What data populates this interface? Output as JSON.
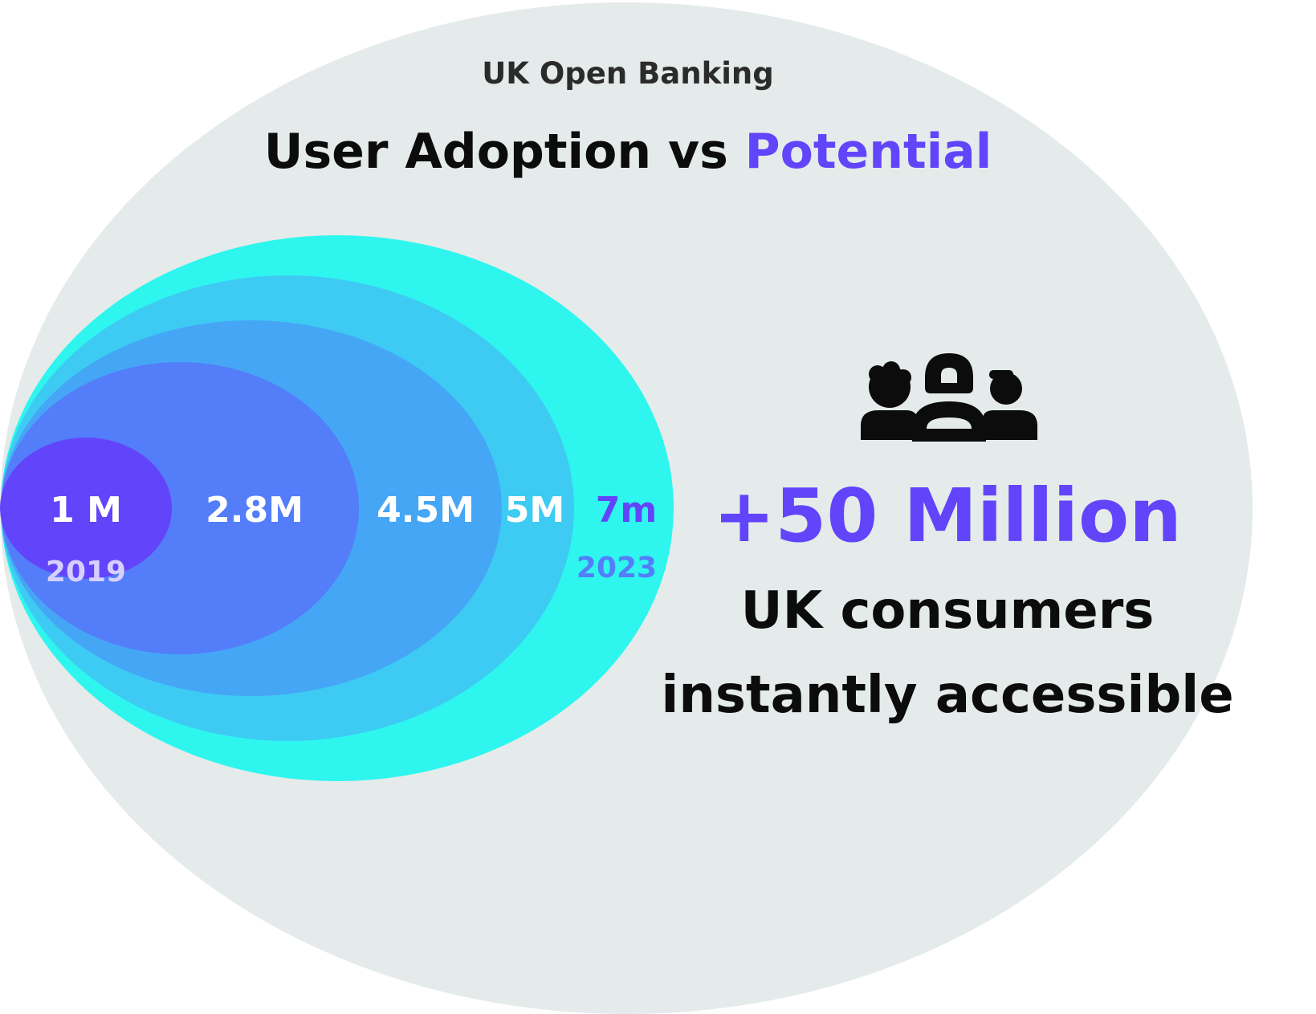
{
  "supertitle": "UK Open Banking",
  "title": {
    "part1": "User Adoption vs ",
    "part2": "Potential"
  },
  "colors": {
    "background_oval": "#e4ebea",
    "accent_purple": "#6244fb",
    "text_dark": "#0c0c0c",
    "layer_1": "#6244fb",
    "layer_2": "#537df9",
    "layer_3": "#45a6f6",
    "layer_4": "#3dcbf4",
    "layer_5": "#2ef6ee"
  },
  "chart_data": {
    "type": "nested-ellipses",
    "series": [
      {
        "value_label": "1 M",
        "value_millions": 1,
        "year": "2019",
        "text_color": "#ffffff",
        "year_color": "#d6d0ff"
      },
      {
        "value_label": "2.8M",
        "value_millions": 2.8,
        "year": "",
        "text_color": "#ffffff",
        "year_color": "#ffffff"
      },
      {
        "value_label": "4.5M",
        "value_millions": 4.5,
        "year": "",
        "text_color": "#ffffff",
        "year_color": "#ffffff"
      },
      {
        "value_label": "5M",
        "value_millions": 5,
        "year": "",
        "text_color": "#ffffff",
        "year_color": "#ffffff"
      },
      {
        "value_label": "7m",
        "value_millions": 7,
        "year": "2023",
        "text_color": "#6244fb",
        "year_color": "#537df9"
      }
    ]
  },
  "potential": {
    "icon": "user-group-icon",
    "headline": "+50 Million",
    "line1": "UK consumers",
    "line2": "instantly accessible"
  }
}
